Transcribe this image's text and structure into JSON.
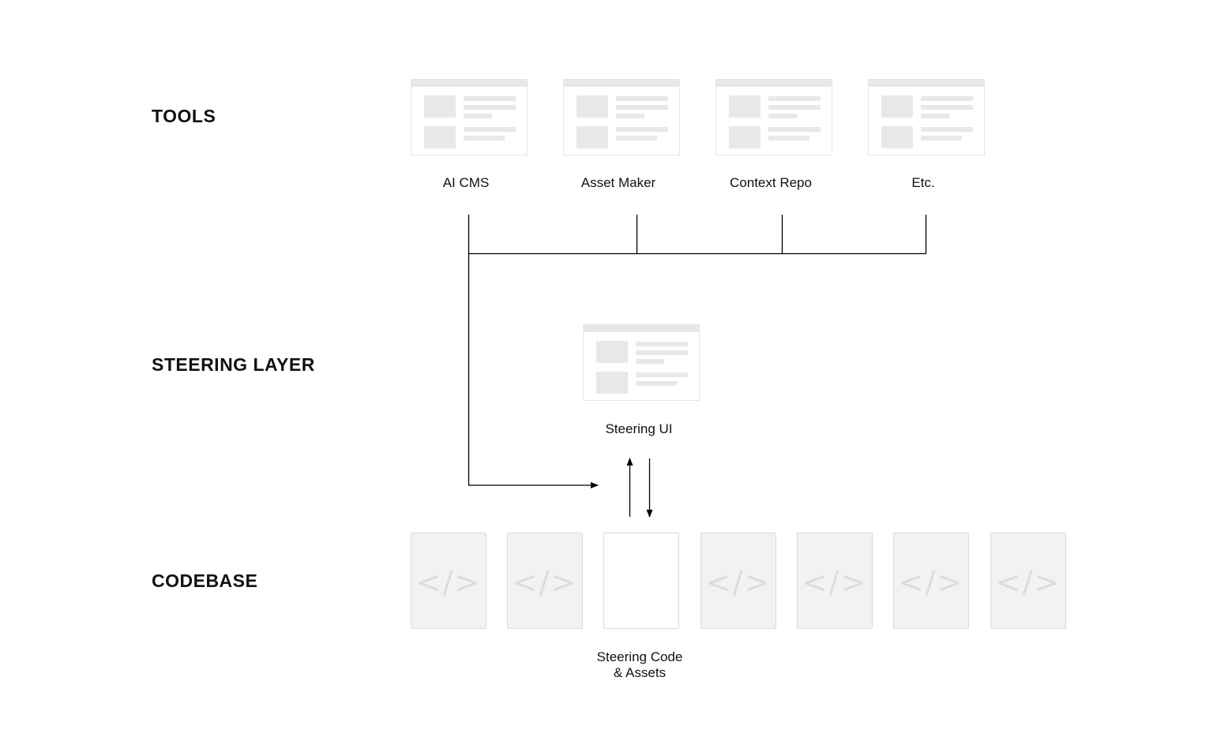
{
  "sections": {
    "tools": "TOOLS",
    "steering_layer": "STEERING LAYER",
    "codebase": "CODEBASE"
  },
  "tools": [
    {
      "label": "AI CMS",
      "icon": "window-icon"
    },
    {
      "label": "Asset Maker",
      "icon": "window-icon"
    },
    {
      "label": "Context Repo",
      "icon": "window-icon"
    },
    {
      "label": "Etc.",
      "icon": "window-icon"
    }
  ],
  "steering_ui": {
    "label": "Steering UI",
    "icon": "window-icon"
  },
  "codebase": {
    "card_glyph": "</>",
    "caption_line1": "Steering Code",
    "caption_line2": "& Assets",
    "card_count": 7,
    "highlighted_index": 2
  },
  "colors": {
    "line": "#000000",
    "placeholder": "#e8e8e8",
    "card_bg": "#f2f2f2",
    "card_border": "#d9d9d9"
  }
}
